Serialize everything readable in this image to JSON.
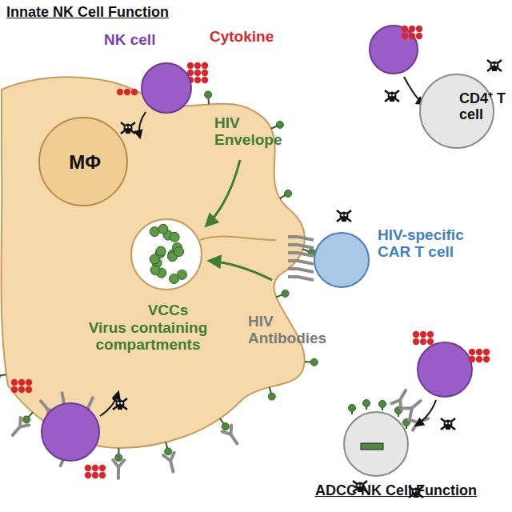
{
  "diagram": {
    "title": "Innate NK Cell Function",
    "nodes": [
      {
        "text": [
          "NK cell"
        ]
      },
      {
        "text": [
          "CD4⁺ T cell"
        ]
      },
      {
        "text": [
          "MΦ"
        ]
      },
      {
        "text": [
          "HIV-specific CAR T cell"
        ]
      }
    ],
    "labels": [
      "Cytokine",
      "HIV Envelope",
      "VCCs",
      "Virus containing compartments",
      "HIV Antibodies",
      "ADCC NK Cell Function"
    ]
  }
}
